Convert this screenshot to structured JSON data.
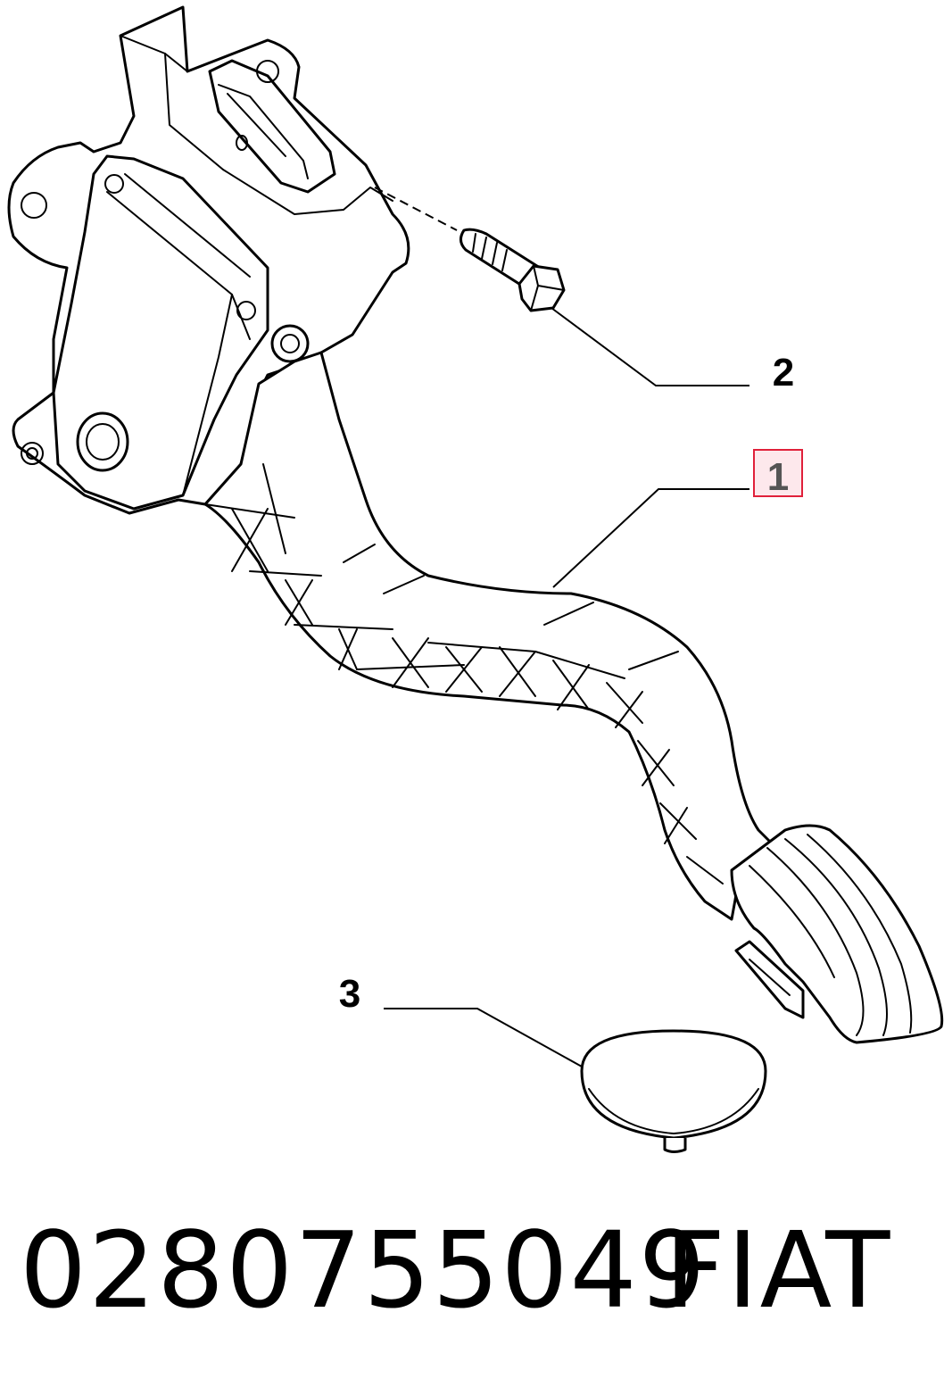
{
  "diagram": {
    "callouts": [
      {
        "id": "1",
        "label": "1",
        "highlighted": true,
        "part": "pedal-assembly"
      },
      {
        "id": "2",
        "label": "2",
        "highlighted": false,
        "part": "bolt"
      },
      {
        "id": "3",
        "label": "3",
        "highlighted": false,
        "part": "cap"
      }
    ],
    "highlight_color": "#e0203a"
  },
  "footer": {
    "part_number": "0280755049",
    "brand": "FIAT"
  }
}
